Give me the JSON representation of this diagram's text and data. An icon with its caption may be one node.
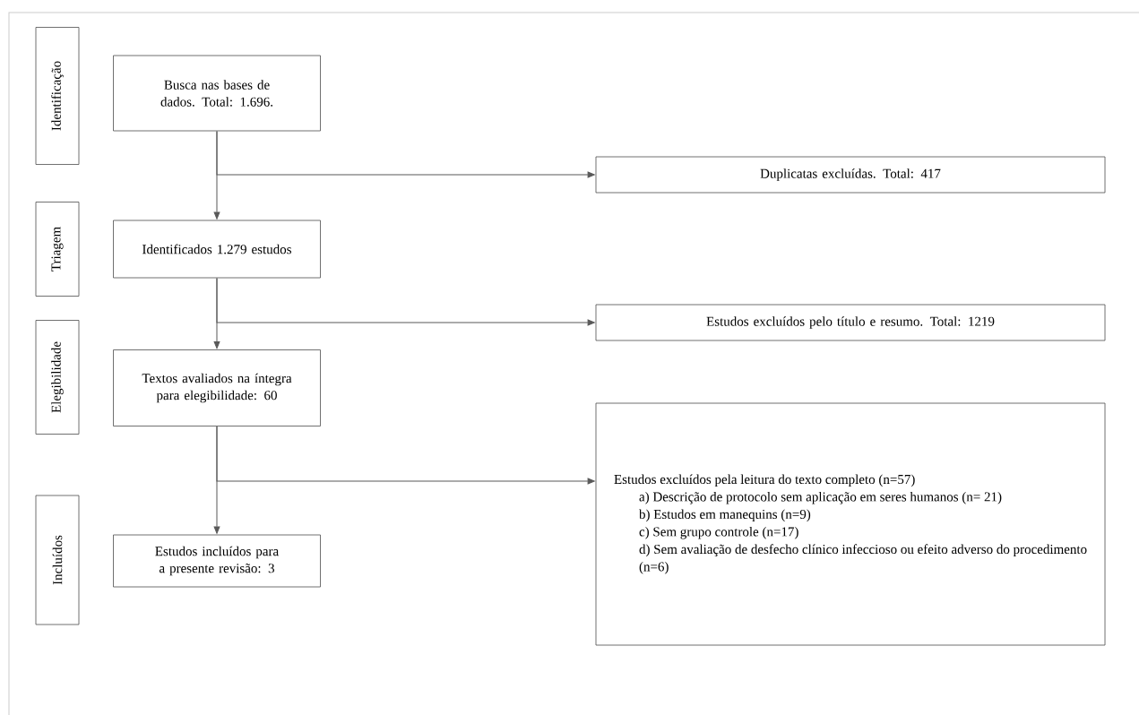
{
  "diagram": {
    "nodes": [
      {
        "text": [
          "Identificação"
        ]
      },
      {
        "text": [
          "Triagem"
        ]
      },
      {
        "text": [
          "Elegibilidade"
        ]
      },
      {
        "text": [
          "Incluídos"
        ]
      },
      {
        "text": [
          "Busca nas bases de dados. Total: 1.696."
        ]
      },
      {
        "text": [
          "Duplicatas excluídas. Total: 417"
        ]
      },
      {
        "text": [
          "Identificados 1.279 estudos"
        ]
      },
      {
        "text": [
          "Estudos excluídos pelo título e resumo. Total: 1219"
        ]
      },
      {
        "text": [
          "Textos avaliados na íntegra para elegibilidade: 60"
        ]
      },
      {
        "text": [
          "Estudos excluídos pela leitura do texto completo (n=57)",
          "a) Descrição de protocolo sem aplicação em seres humanos (n= 21)",
          "b) Estudos em manequins (n=9)",
          "c) Sem grupo controle (n=17)",
          "d) Sem avaliação de desfecho clínico infeccioso ou efeito adverso do procedimento (n=6)"
        ]
      },
      {
        "text": [
          "Estudos incluídos para a presente revisão: 3"
        ]
      }
    ],
    "edges": [
      {
        "from": 4,
        "to": 5,
        "arrow": "to"
      },
      {
        "from": 4,
        "to": 6,
        "arrow": "to"
      },
      {
        "from": 6,
        "to": 7,
        "arrow": "to"
      },
      {
        "from": 6,
        "to": 8,
        "arrow": "to"
      },
      {
        "from": 8,
        "to": 9,
        "arrow": "to"
      },
      {
        "from": 8,
        "to": 10,
        "arrow": "to"
      }
    ]
  }
}
